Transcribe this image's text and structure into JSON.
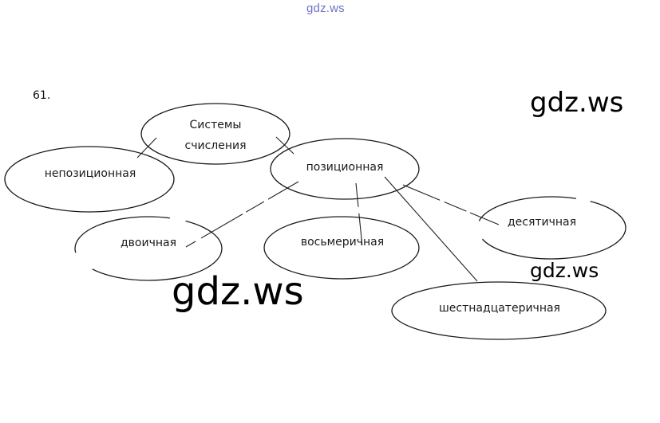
{
  "watermarks": {
    "top": "gdz.ws",
    "right_top": "gdz.ws",
    "right_mid": "gdz.ws",
    "center": "gdz.ws"
  },
  "task_number": "61.",
  "nodes": {
    "root": {
      "lines": [
        "Системы",
        "счисления"
      ]
    },
    "nonpositional": {
      "label": "непозиционная"
    },
    "positional": {
      "label": "позиционная"
    },
    "binary": {
      "label": "двоичная"
    },
    "octal": {
      "label": "восьмеричная"
    },
    "decimal": {
      "label": "десятичная"
    },
    "hexadecimal": {
      "label": "шестнадцатеричная"
    }
  },
  "edges": [
    [
      "root",
      "nonpositional"
    ],
    [
      "root",
      "positional"
    ],
    [
      "positional",
      "binary"
    ],
    [
      "positional",
      "octal"
    ],
    [
      "positional",
      "decimal"
    ],
    [
      "positional",
      "hexadecimal"
    ]
  ]
}
